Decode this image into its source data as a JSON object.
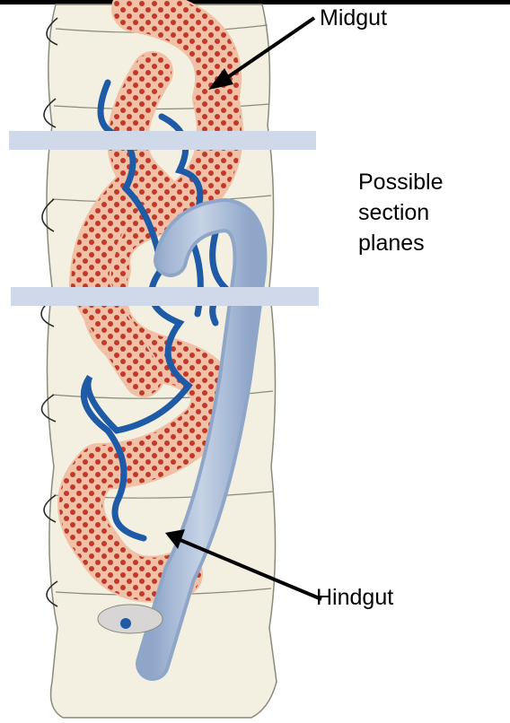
{
  "labels": {
    "midgut": "Midgut",
    "section_planes": [
      "Possible",
      "section",
      "planes"
    ],
    "hindgut": "Hindgut"
  },
  "colors": {
    "body_fill": "#f3f0e2",
    "body_outline": "#8a8a7a",
    "midgut_fill": "#f0c1a6",
    "midgut_dots": "#c0392b",
    "tubule_blue": "#1f5aa6",
    "hindgut_blue": "#a9bcd8",
    "section_plane": "#cfd9ea",
    "arrow": "#000000"
  },
  "icons": {
    "midgut_arrow": "arrow-icon",
    "hindgut_arrow": "arrow-icon"
  }
}
